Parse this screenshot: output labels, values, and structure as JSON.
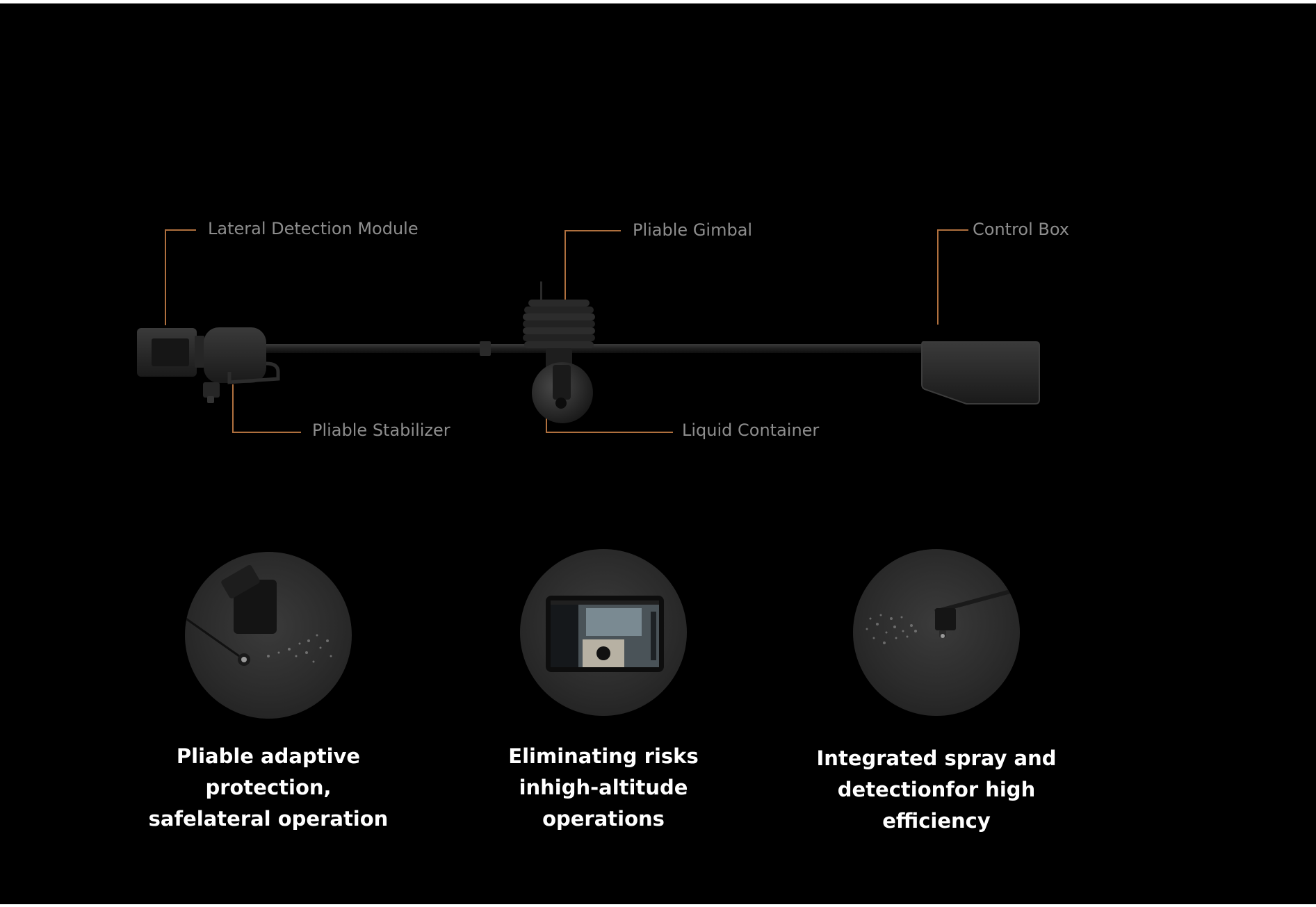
{
  "callouts": {
    "lateral_detection_module": "Lateral Detection Module",
    "pliable_gimbal": "Pliable Gimbal",
    "control_box": "Control Box",
    "pliable_stabilizer": "Pliable Stabilizer",
    "liquid_container": "Liquid Container"
  },
  "features": [
    {
      "caption": "Pliable adaptive protection, safelateral operation"
    },
    {
      "caption": "Eliminating risks inhigh-altitude operations"
    },
    {
      "caption": "Integrated spray and detectionfor high efficiency"
    }
  ],
  "colors": {
    "background": "#000000",
    "callout_line": "#b0703e",
    "callout_text": "#8d8d8d",
    "caption_text": "#ffffff"
  }
}
